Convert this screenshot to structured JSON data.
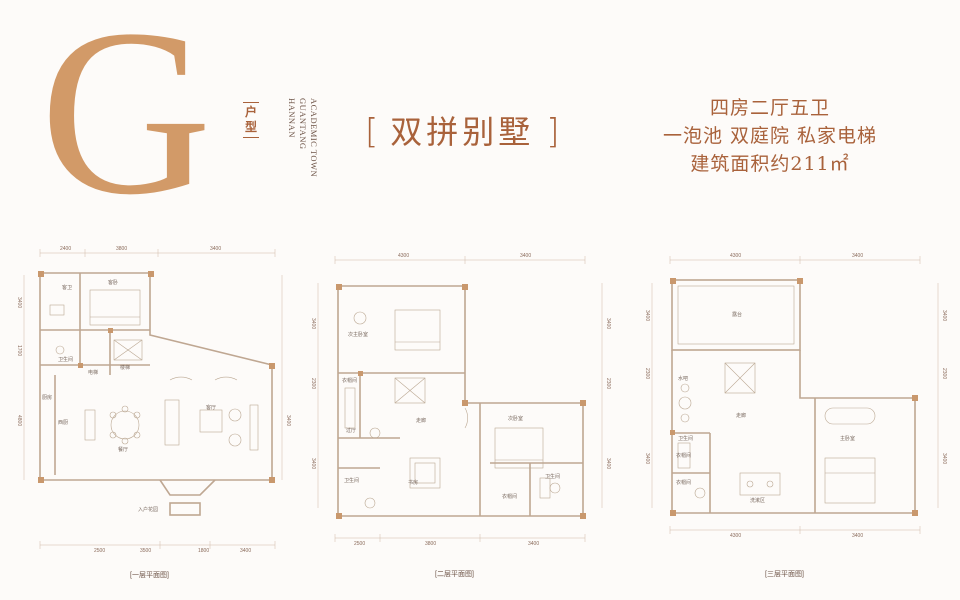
{
  "header": {
    "letter": "G",
    "type_label": [
      "户",
      "型"
    ],
    "brand": [
      "HANNAN",
      "GUANTANG",
      "ACADEMIC TOWN"
    ],
    "house_type": "双拼别墅",
    "bracket_left": "[",
    "bracket_right": "]",
    "features": [
      "四房二厅五卫",
      "一泡池 双庭院 私家电梯",
      "建筑面积约211㎡"
    ]
  },
  "colors": {
    "accent": "#a9623b",
    "letter": "#d29a68",
    "wall": "#c0946e",
    "line": "#cfb9a6",
    "logo_red": "#d72a2a"
  },
  "floors": [
    {
      "caption": "[一层平面图]",
      "dims_top": [
        "2400",
        "3800",
        "3400"
      ],
      "dims_bottom": [
        "2500",
        "3500",
        "1800",
        "3400"
      ],
      "dims_left": [
        "3400",
        "1700",
        "4800"
      ],
      "dims_right": [
        "3400"
      ],
      "rooms": {
        "r1": "客卫",
        "r2": "卫生间",
        "r3": "客卧",
        "r4": "电梯",
        "r5": "楼梯",
        "r6": "西厨",
        "r7": "餐厅",
        "r8": "客厅",
        "r9": "厨房",
        "r10": "入户花园"
      }
    },
    {
      "caption": "[二层平面图]",
      "dims_top": [
        "4300",
        "3400"
      ],
      "dims_bottom": [
        "2500",
        "3800",
        "3400"
      ],
      "dims_left": [
        "3400",
        "2300",
        "3400"
      ],
      "dims_right": [
        "3400",
        "2300",
        "3400"
      ],
      "rooms": {
        "r1": "次主卧室",
        "r2": "衣帽间",
        "r3": "过厅",
        "r4": "书房",
        "r5": "走廊",
        "r6": "次卧室",
        "r7": "卫生间",
        "r8": "衣帽间",
        "r9": "卫生间"
      }
    },
    {
      "caption": "[三层平面图]",
      "dims_top": [
        "4300",
        "3400"
      ],
      "dims_bottom": [
        "4300",
        "3400"
      ],
      "dims_left": [
        "3400",
        "2300",
        "3400"
      ],
      "dims_right": [
        "3400",
        "2300",
        "3400"
      ],
      "rooms": {
        "r1": "露台",
        "r2": "水吧",
        "r3": "走廊",
        "r4": "主卧室",
        "r5": "衣帽间",
        "r6": "卫生间",
        "r7": "洗漱区",
        "r8": "衣帽间"
      }
    }
  ]
}
